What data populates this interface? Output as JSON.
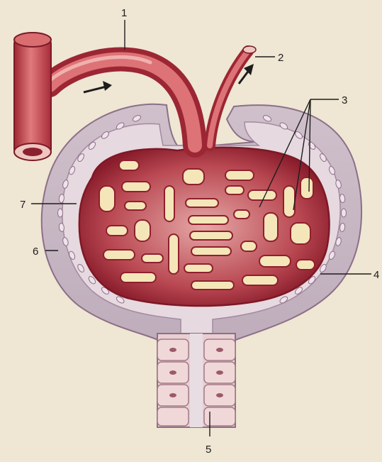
{
  "labels": {
    "l1": "1",
    "l2": "2",
    "l3": "3",
    "l4": "4",
    "l5": "5",
    "l6": "6",
    "l7": "7"
  },
  "colors": {
    "background": "#efe6d3",
    "vessel": "#c8404a",
    "capsule_outer": "#c9b7c3",
    "capsule_space": "#e4d7dc",
    "capillary_dark": "#8f1f2e",
    "capillary_fill": "#f3e3b5",
    "tubule_cell": "#eac9c9"
  }
}
